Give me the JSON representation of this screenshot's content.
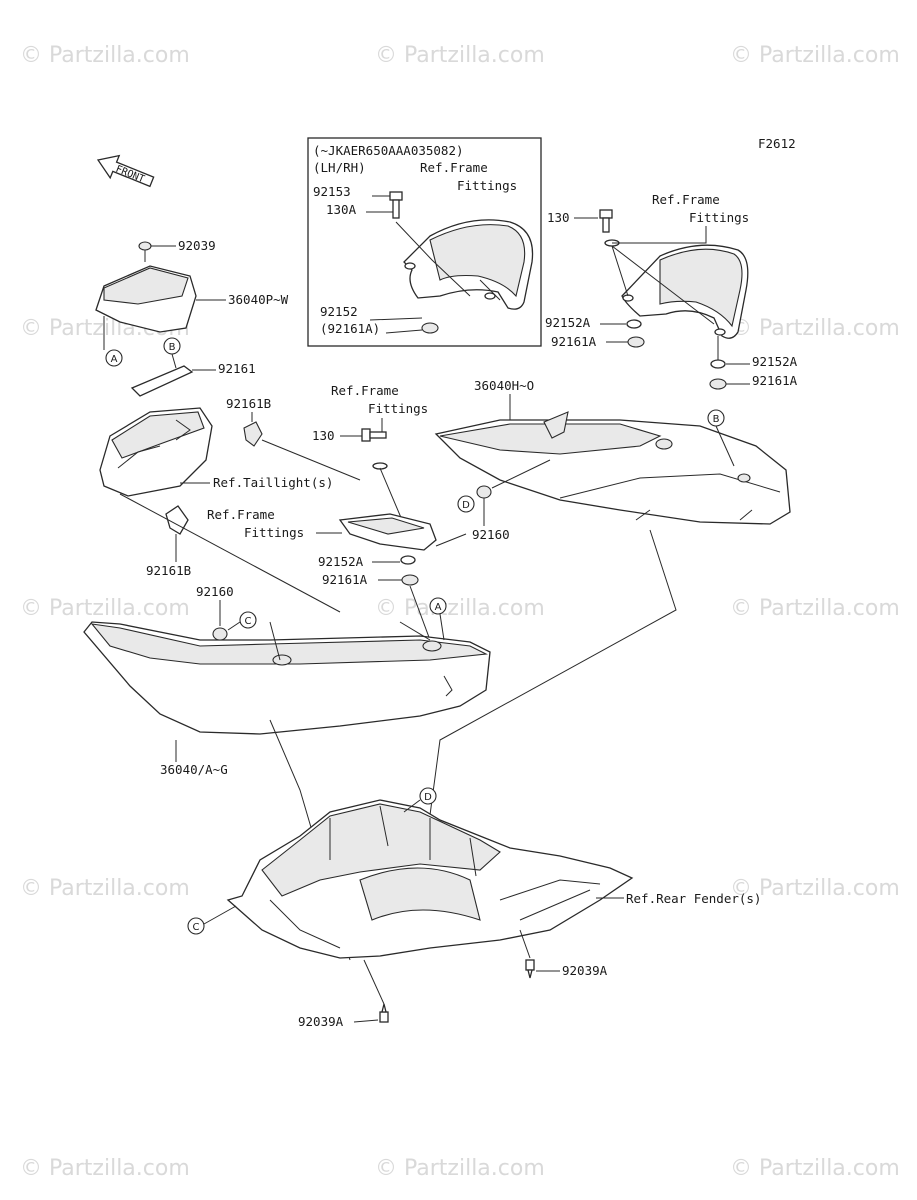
{
  "diagram": {
    "figure_code": "F2612",
    "front_arrow_label": "FRONT",
    "watermark": "© Partzilla.com",
    "inset": {
      "line1": "(~JKAER650AAA035082)",
      "line2": "(LH/RH)",
      "ref1": "Ref.Frame",
      "ref2": "Fittings",
      "part_92153": "92153",
      "part_130A": "130A",
      "part_92152": "92152",
      "part_92161A_paren": "(92161A)"
    },
    "labels": {
      "p130": "130",
      "ref_frame_r1": "Ref.Frame",
      "ref_frame_r2": "Fittings",
      "p92152A_r1": "92152A",
      "p92161A_r1": "92161A",
      "p92152A_r2": "92152A",
      "p92161A_r2": "92161A",
      "p92039": "92039",
      "p36040PW": "36040P~W",
      "p92161": "92161",
      "p92161B_top": "92161B",
      "ref_taillight": "Ref.Taillight(s)",
      "p92161B_bot": "92161B",
      "ref_frame_c1": "Ref.Frame",
      "ref_frame_c2": "Fittings",
      "p130_c": "130",
      "ref_frame_m1": "Ref.Frame",
      "ref_frame_m2": "Fittings",
      "p92152A_c": "92152A",
      "p92161A_c": "92161A",
      "p36040HO": "36040H~O",
      "p92160_r": "92160",
      "p92160_l": "92160",
      "p36040AG": "36040/A~G",
      "ref_rear_fender": "Ref.Rear Fender(s)",
      "p92039A_r": "92039A",
      "p92039A_b": "92039A"
    },
    "callouts": {
      "A": "A",
      "B": "B",
      "C": "C",
      "D": "D"
    }
  }
}
